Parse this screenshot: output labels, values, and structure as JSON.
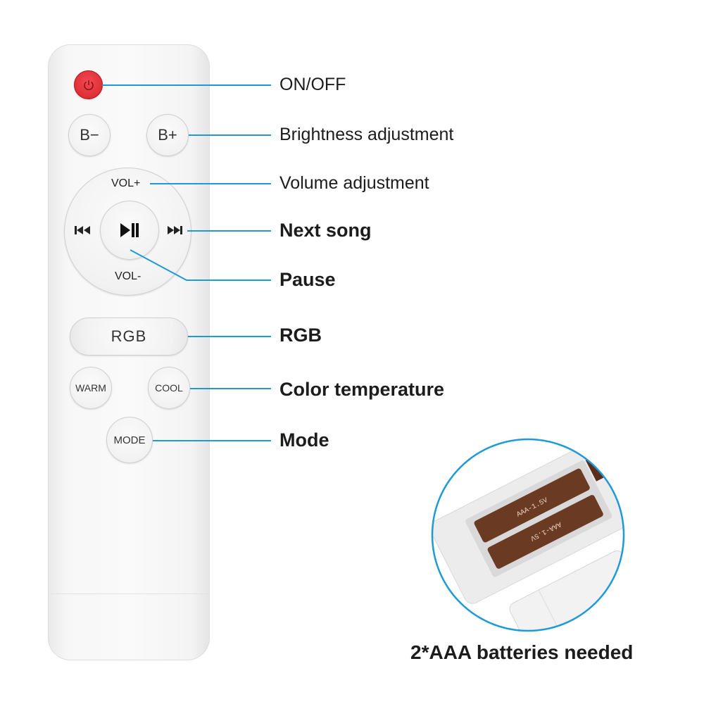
{
  "remote": {
    "buttons": {
      "b_minus": "B−",
      "b_plus": "B+",
      "vol_up": "VOL+",
      "vol_down": "VOL-",
      "rgb": "RGB",
      "warm": "WARM",
      "cool": "COOL",
      "mode": "MODE"
    }
  },
  "callouts": {
    "on_off": "ON/OFF",
    "brightness": "Brightness adjustment",
    "volume": "Volume adjustment",
    "next_song": "Next song",
    "pause": "Pause",
    "rgb": "RGB",
    "color_temperature": "Color temperature",
    "mode": "Mode"
  },
  "battery_inset": {
    "battery_label": "AAA-1.5V",
    "caption": "2*AAA batteries needed"
  },
  "colors": {
    "accent_line": "#1e9ad9",
    "power_button": "#e0282f",
    "battery": "#6b3a22"
  }
}
